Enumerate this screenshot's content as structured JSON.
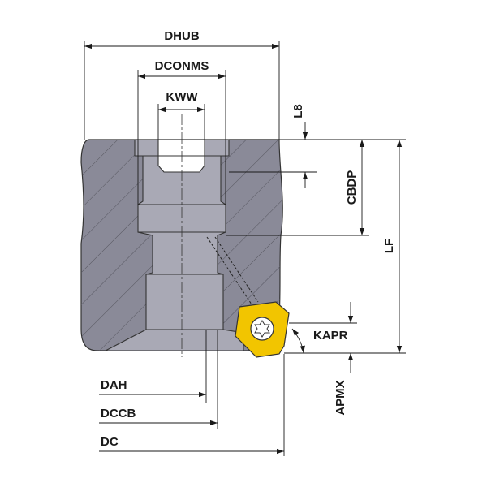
{
  "labels": {
    "dhub": "DHUB",
    "dconms": "DCONMS",
    "kww": "KWW",
    "l8": "L8",
    "cbdp": "CBDP",
    "lf": "LF",
    "kapr": "KAPR",
    "apmx": "APMX",
    "dah": "DAH",
    "dccb": "DCCB",
    "dc": "DC"
  },
  "colors": {
    "body": "#8a8a98",
    "bore": "#a9a9b5",
    "insert": "#f2c500",
    "line": "#1a1a1a"
  }
}
